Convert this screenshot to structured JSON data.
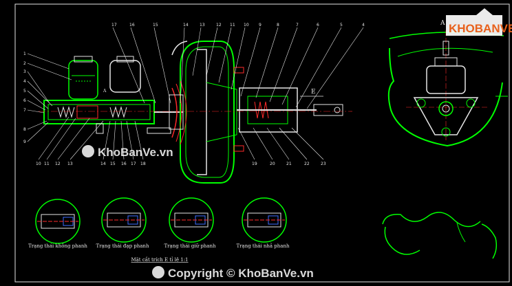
{
  "callouts_top": [
    "17",
    "16",
    "15",
    "14",
    "13",
    "12",
    "11",
    "10",
    "9",
    "8",
    "7",
    "6",
    "5",
    "4"
  ],
  "callouts_left": [
    "1",
    "2",
    "3",
    "4",
    "5",
    "6",
    "7",
    "8",
    "9"
  ],
  "callouts_bottom": [
    "10",
    "11",
    "12",
    "13",
    "14",
    "15",
    "16",
    "17",
    "18",
    "19",
    "20",
    "21",
    "22",
    "23"
  ],
  "callouts_bottom_right": [
    "19",
    "20",
    "21",
    "22",
    "23"
  ],
  "section_mark": "A",
  "arrow_label": "E",
  "states": [
    "Trạng thái không phanh",
    "Trạng thái đạp phanh",
    "Trạng thái giữ phanh",
    "Trạng thái nhả phanh"
  ],
  "section_caption": "Mặt cắt trích E tỉ lệ 1:1",
  "watermark_mid": "KhoBanVe.vn",
  "watermark_bottom": "Copyright © KhoBanVe.vn",
  "logo_text": "KHOBANVE",
  "colors": {
    "background": "#000000",
    "line_green": "#00ff00",
    "line_white": "#e6e6e6",
    "line_red": "#ff2a2a",
    "line_blue": "#3c6cff",
    "logo_orange": "#e8611c"
  }
}
